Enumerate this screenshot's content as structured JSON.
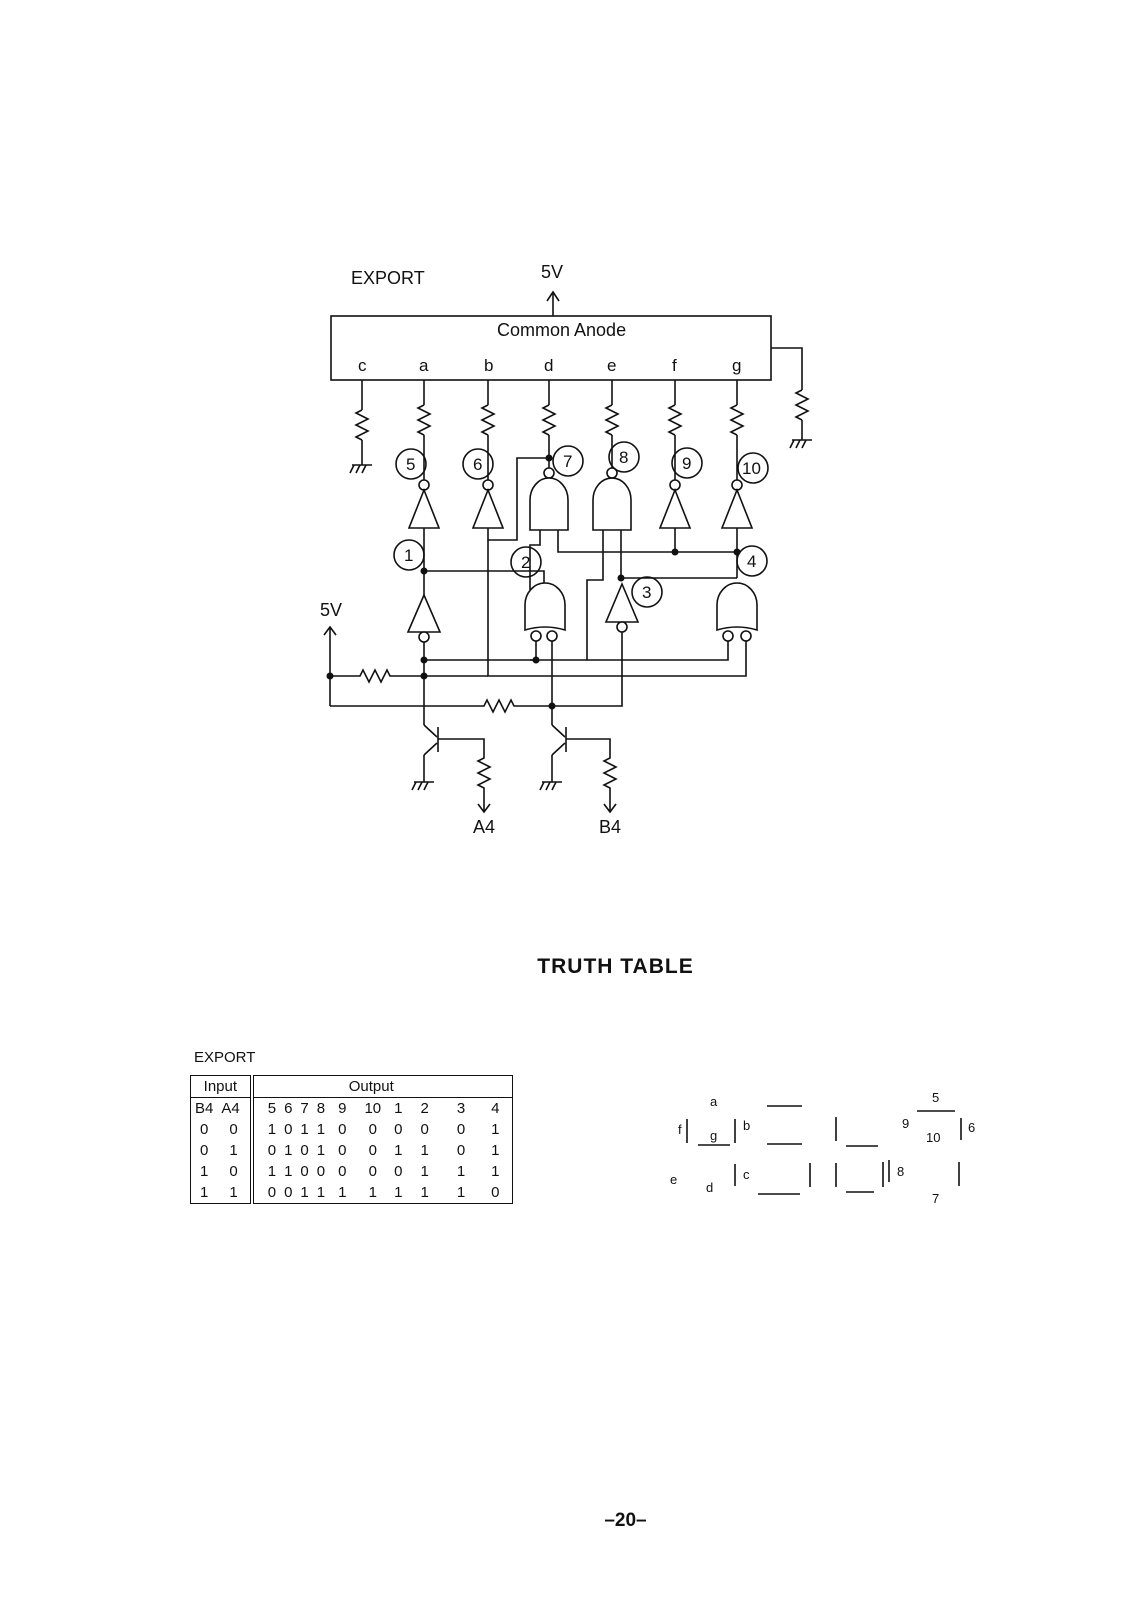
{
  "circuit": {
    "title": "EXPORT",
    "supply_top": "5V",
    "supply_left": "5V",
    "display_label": "Common Anode",
    "segment_pins": [
      "c",
      "a",
      "b",
      "d",
      "e",
      "f",
      "g"
    ],
    "node_numbers": [
      "1",
      "2",
      "3",
      "4",
      "5",
      "6",
      "7",
      "8",
      "9",
      "10"
    ],
    "inputs": [
      "A4",
      "B4"
    ]
  },
  "truth_table": {
    "title": "TRUTH TABLE",
    "label": "EXPORT",
    "input_header": "Input",
    "output_header": "Output",
    "columns": [
      "B4",
      "A4",
      "5",
      "6",
      "7",
      "8",
      "9",
      "10",
      "1",
      "2",
      "3",
      "4"
    ],
    "rows": [
      [
        "0",
        "0",
        "1",
        "0",
        "1",
        "1",
        "0",
        "0",
        "0",
        "0",
        "0",
        "1"
      ],
      [
        "0",
        "1",
        "0",
        "1",
        "0",
        "1",
        "0",
        "0",
        "1",
        "1",
        "0",
        "1"
      ],
      [
        "1",
        "0",
        "1",
        "1",
        "0",
        "0",
        "0",
        "0",
        "0",
        "1",
        "1",
        "1"
      ],
      [
        "1",
        "1",
        "0",
        "0",
        "1",
        "1",
        "1",
        "1",
        "1",
        "1",
        "1",
        "0"
      ]
    ]
  },
  "segment_figure": {
    "segment_letters": [
      "a",
      "b",
      "c",
      "d",
      "e",
      "f",
      "g"
    ],
    "segment_numbers": [
      "5",
      "6",
      "7",
      "8",
      "9",
      "10"
    ]
  },
  "page_number": "–20–"
}
